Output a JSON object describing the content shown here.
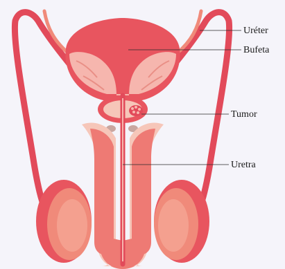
{
  "labels": {
    "ureter": "Uréter",
    "bladder": "Bufeta",
    "tumor": "Tumor",
    "urethra": "Uretra"
  },
  "colors": {
    "background": "#f5f4fa",
    "vessel": "#e24a5a",
    "bladder_outer": "#e8555f",
    "bladder_inner": "#f6b6ae",
    "tissue_light": "#f6c6b9",
    "testis": "#f3907c",
    "tumor": "#e24a5a"
  }
}
